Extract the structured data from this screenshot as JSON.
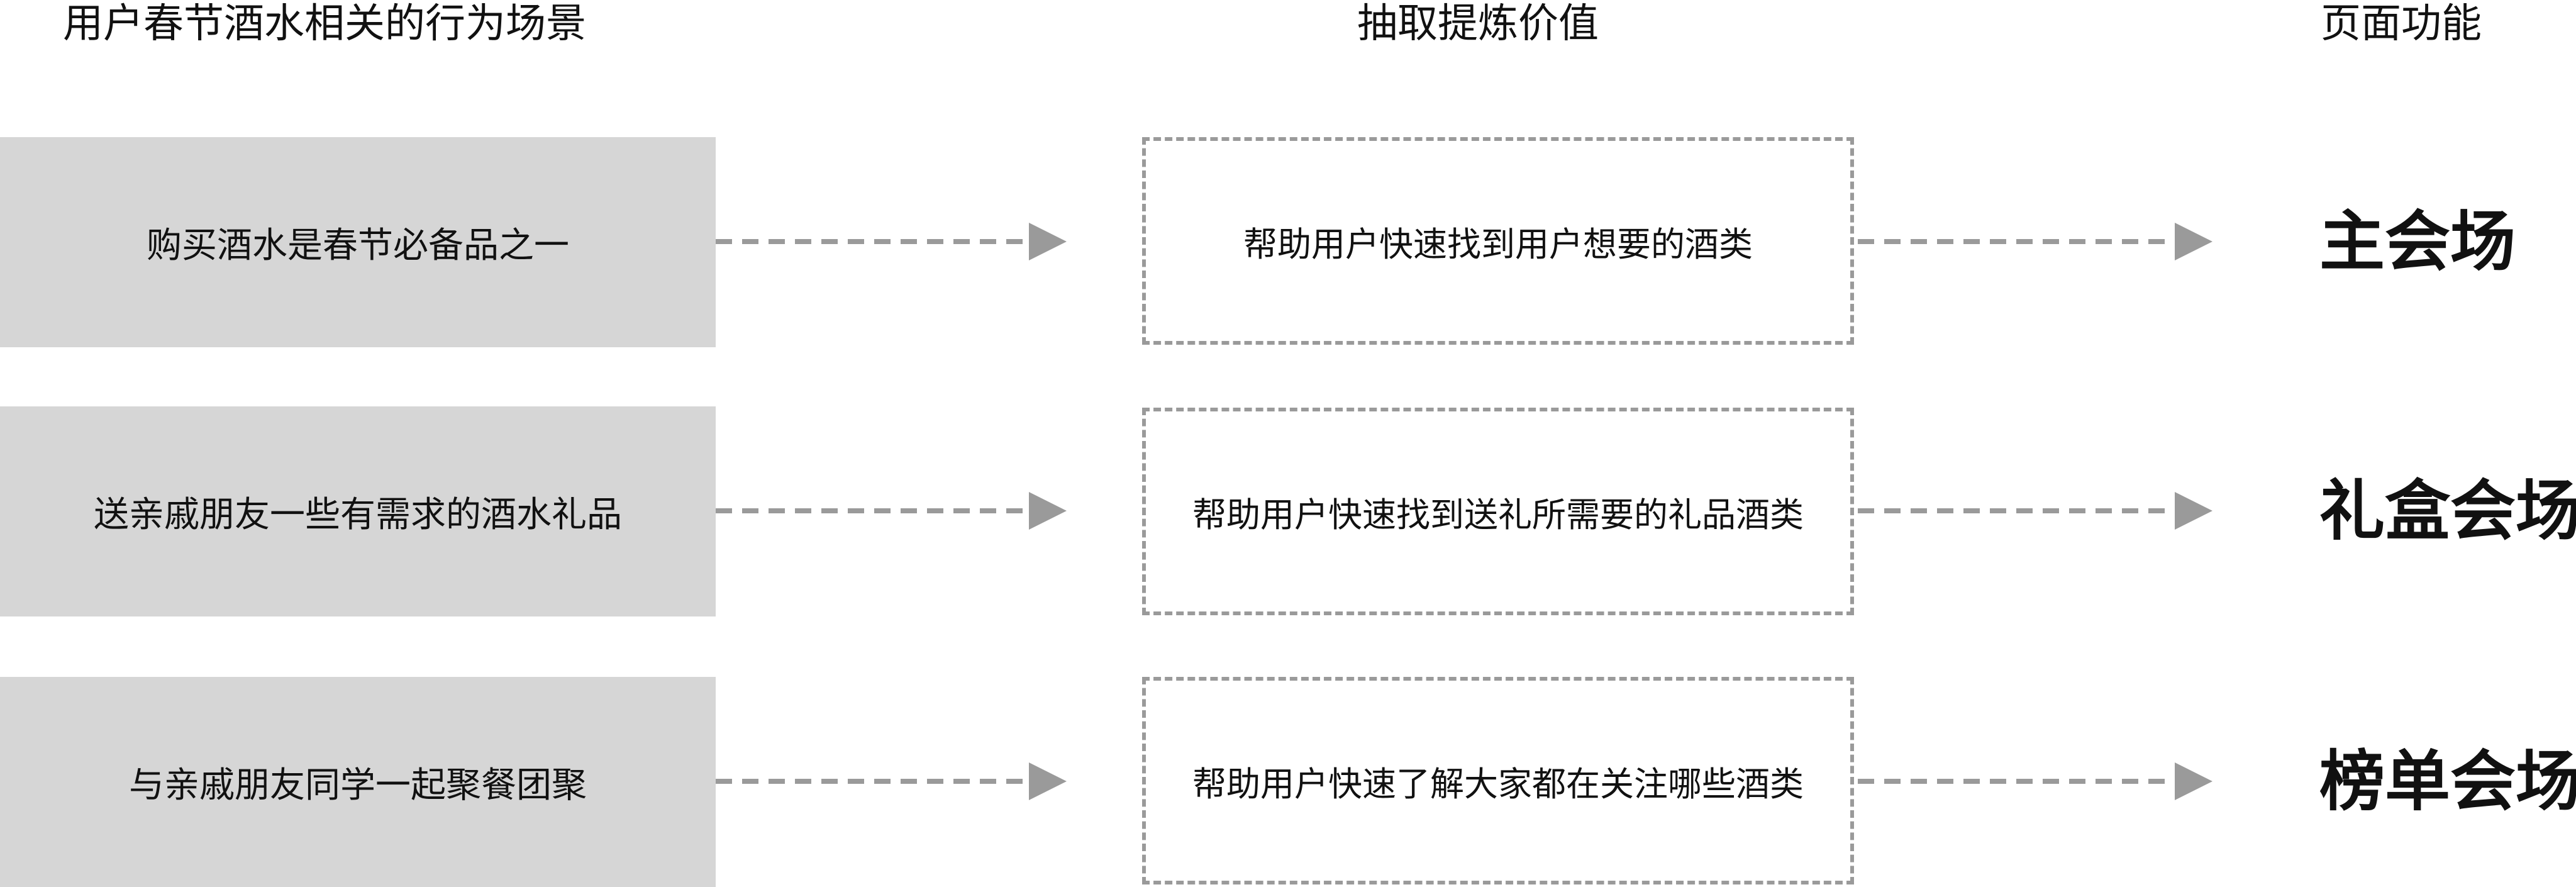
{
  "headers": {
    "scenario": "用户春节酒水相关的行为场景",
    "value": "抽取提炼价值",
    "function": "页面功能"
  },
  "rows": [
    {
      "scenario": "购买酒水是春节必备品之一",
      "value": "帮助用户快速找到用户想要的酒类",
      "function": "主会场"
    },
    {
      "scenario": "送亲戚朋友一些有需求的酒水礼品",
      "value": "帮助用户快速找到送礼所需要的礼品酒类",
      "function": "礼盒会场"
    },
    {
      "scenario": "与亲戚朋友同学一起聚餐团聚",
      "value": "帮助用户快速了解大家都在关注哪些酒类",
      "function": "榜单会场"
    }
  ],
  "colors": {
    "scenario_fill": "#d6d6d6",
    "connector": "#9a9a9a",
    "text": "#111111"
  }
}
